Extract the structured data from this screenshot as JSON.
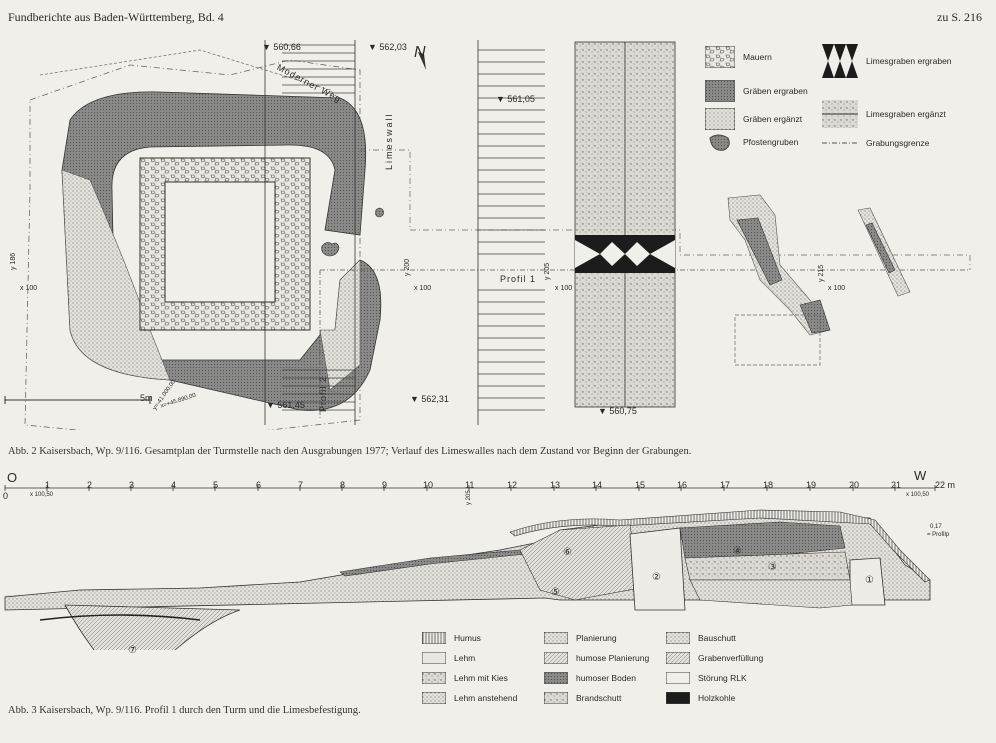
{
  "header": {
    "left": "Fundberichte aus Baden-Württemberg, Bd. 4",
    "right": "zu S. 216"
  },
  "fig2": {
    "caption": "Abb. 2  Kaisersbach, Wp. 9/116. Gesamtplan der Turmstelle nach den Ausgrabungen 1977; Verlauf des Limeswalles nach dem Zustand vor Beginn der Grabungen.",
    "north": "N",
    "limeswall": "Limeswall",
    "road": "Moderner Weg",
    "profil1": "Profil 1",
    "profil2": "Profil 2",
    "scale": "5m",
    "heights": [
      "▼ 560,66",
      "▼ 562,03",
      "▼ 561,05",
      "▼ 561,45",
      "▼ 562,31",
      "▼ 560,75"
    ],
    "grid": [
      "y 186",
      "x 100",
      "y 200",
      "x 100",
      "y 205",
      "x 100",
      "y 215",
      "x 100"
    ],
    "coords": [
      "y=-41.000,00",
      "x=+45.890,00"
    ],
    "legend": [
      {
        "label": "Mauern",
        "swatch": "stone"
      },
      {
        "label": "Gräben ergraben",
        "swatch": "dark"
      },
      {
        "label": "Gräben ergänzt",
        "swatch": "light"
      },
      {
        "label": "Pfostengruben",
        "swatch": "post"
      },
      {
        "label": "Limesgraben ergraben",
        "swatch": "zigzag"
      },
      {
        "label": "Limesgraben ergänzt",
        "swatch": "lines"
      },
      {
        "label": "Grabungsgrenze",
        "swatch": "dash"
      }
    ]
  },
  "fig3": {
    "caption": "Abb. 3  Kaisersbach, Wp. 9/116. Profil 1 durch den Turm und die Limesbefestigung.",
    "axis_start": "O",
    "axis_end": "W",
    "axis_ticks": [
      "0",
      "1",
      "2",
      "3",
      "4",
      "5",
      "6",
      "7",
      "8",
      "9",
      "10",
      "11",
      "12",
      "13",
      "14",
      "15",
      "16",
      "17",
      "18",
      "19",
      "20",
      "21",
      "22 m"
    ],
    "small_labels": [
      "x 100,50",
      "y 205",
      "x 100,50",
      "0,17",
      "= Profilp"
    ],
    "numbers": [
      "①",
      "②",
      "③",
      "④",
      "⑤",
      "⑥",
      "⑦"
    ],
    "legend": [
      {
        "label": "Humus"
      },
      {
        "label": "Lehm"
      },
      {
        "label": "Lehm mit Kies"
      },
      {
        "label": "Lehm anstehend"
      },
      {
        "label": "Planierung"
      },
      {
        "label": "humose Planierung"
      },
      {
        "label": "humoser Boden"
      },
      {
        "label": "Brandschutt"
      },
      {
        "label": "Bauschutt"
      },
      {
        "label": "Grabenverfüllung"
      },
      {
        "label": "Störung RLK"
      },
      {
        "label": "Holzkohle"
      }
    ]
  }
}
